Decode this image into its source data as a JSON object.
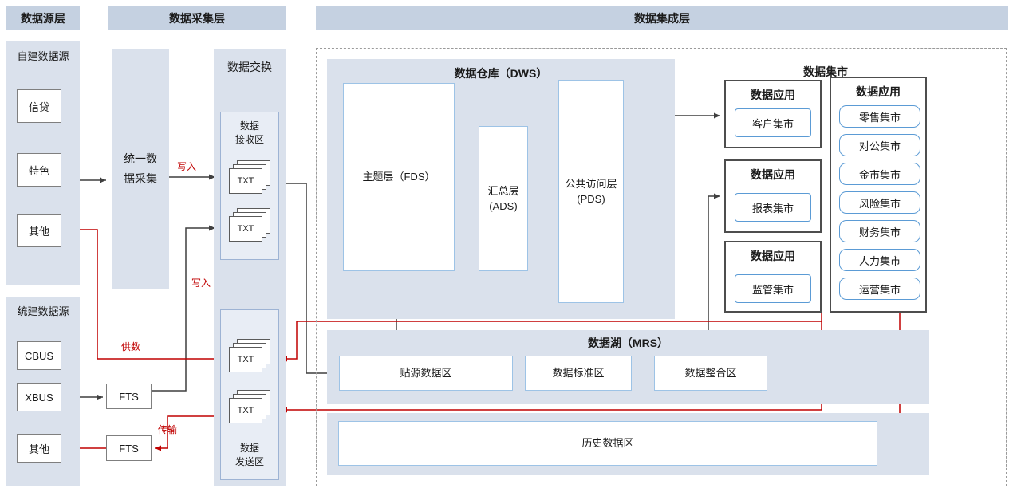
{
  "headers": {
    "source_layer": "数据源层",
    "collection_layer": "数据采集层",
    "integration_layer": "数据集成层"
  },
  "source": {
    "self_built": {
      "title": "自建数据源",
      "items": [
        "信贷",
        "特色",
        "其他"
      ]
    },
    "unified": {
      "title": "统建数据源",
      "items": [
        "CBUS",
        "XBUS",
        "其他"
      ]
    }
  },
  "collection": {
    "unified_collection": "统一数据采集",
    "fts1": "FTS",
    "fts2": "FTS",
    "exchange": {
      "title": "数据交换",
      "receive": {
        "title_line1": "数据",
        "title_line2": "接收区",
        "files": [
          "TXT",
          "TXT"
        ]
      },
      "send": {
        "title_line1": "数据",
        "title_line2": "发送区",
        "files": [
          "TXT",
          "TXT"
        ]
      }
    }
  },
  "integration": {
    "dws": {
      "title": "数据仓库（DWS）",
      "fds": "主题层（FDS）",
      "ads_line1": "汇总层",
      "ads_line2": "(ADS)",
      "pds_line1": "公共访问层",
      "pds_line2": "(PDS)"
    },
    "marts": {
      "title": "数据集市",
      "group1": {
        "title": "数据应用",
        "items": [
          "客户集市"
        ]
      },
      "group2": {
        "title": "数据应用",
        "items": [
          "报表集市"
        ]
      },
      "group3": {
        "title": "数据应用",
        "items": [
          "监管集市"
        ]
      },
      "group4": {
        "title": "数据应用",
        "items": [
          "零售集市",
          "对公集市",
          "金市集市",
          "风险集市",
          "财务集市",
          "人力集市",
          "运营集市"
        ]
      }
    },
    "lake": {
      "title": "数据湖（MRS）",
      "items": [
        "贴源数据区",
        "数据标准区",
        "数据整合区"
      ]
    },
    "history": {
      "title": "历史数据区"
    }
  },
  "arrow_labels": {
    "write1": "写入",
    "write2": "写入",
    "supply": "供数",
    "transfer": "传输"
  },
  "colors": {
    "header_bg": "#c5d1e1",
    "panel_bg": "#dae1ec",
    "line": "#3f3f3f",
    "red": "#c00000",
    "mart_border": "#5b9bd5",
    "box_border": "#9dc3e6"
  }
}
